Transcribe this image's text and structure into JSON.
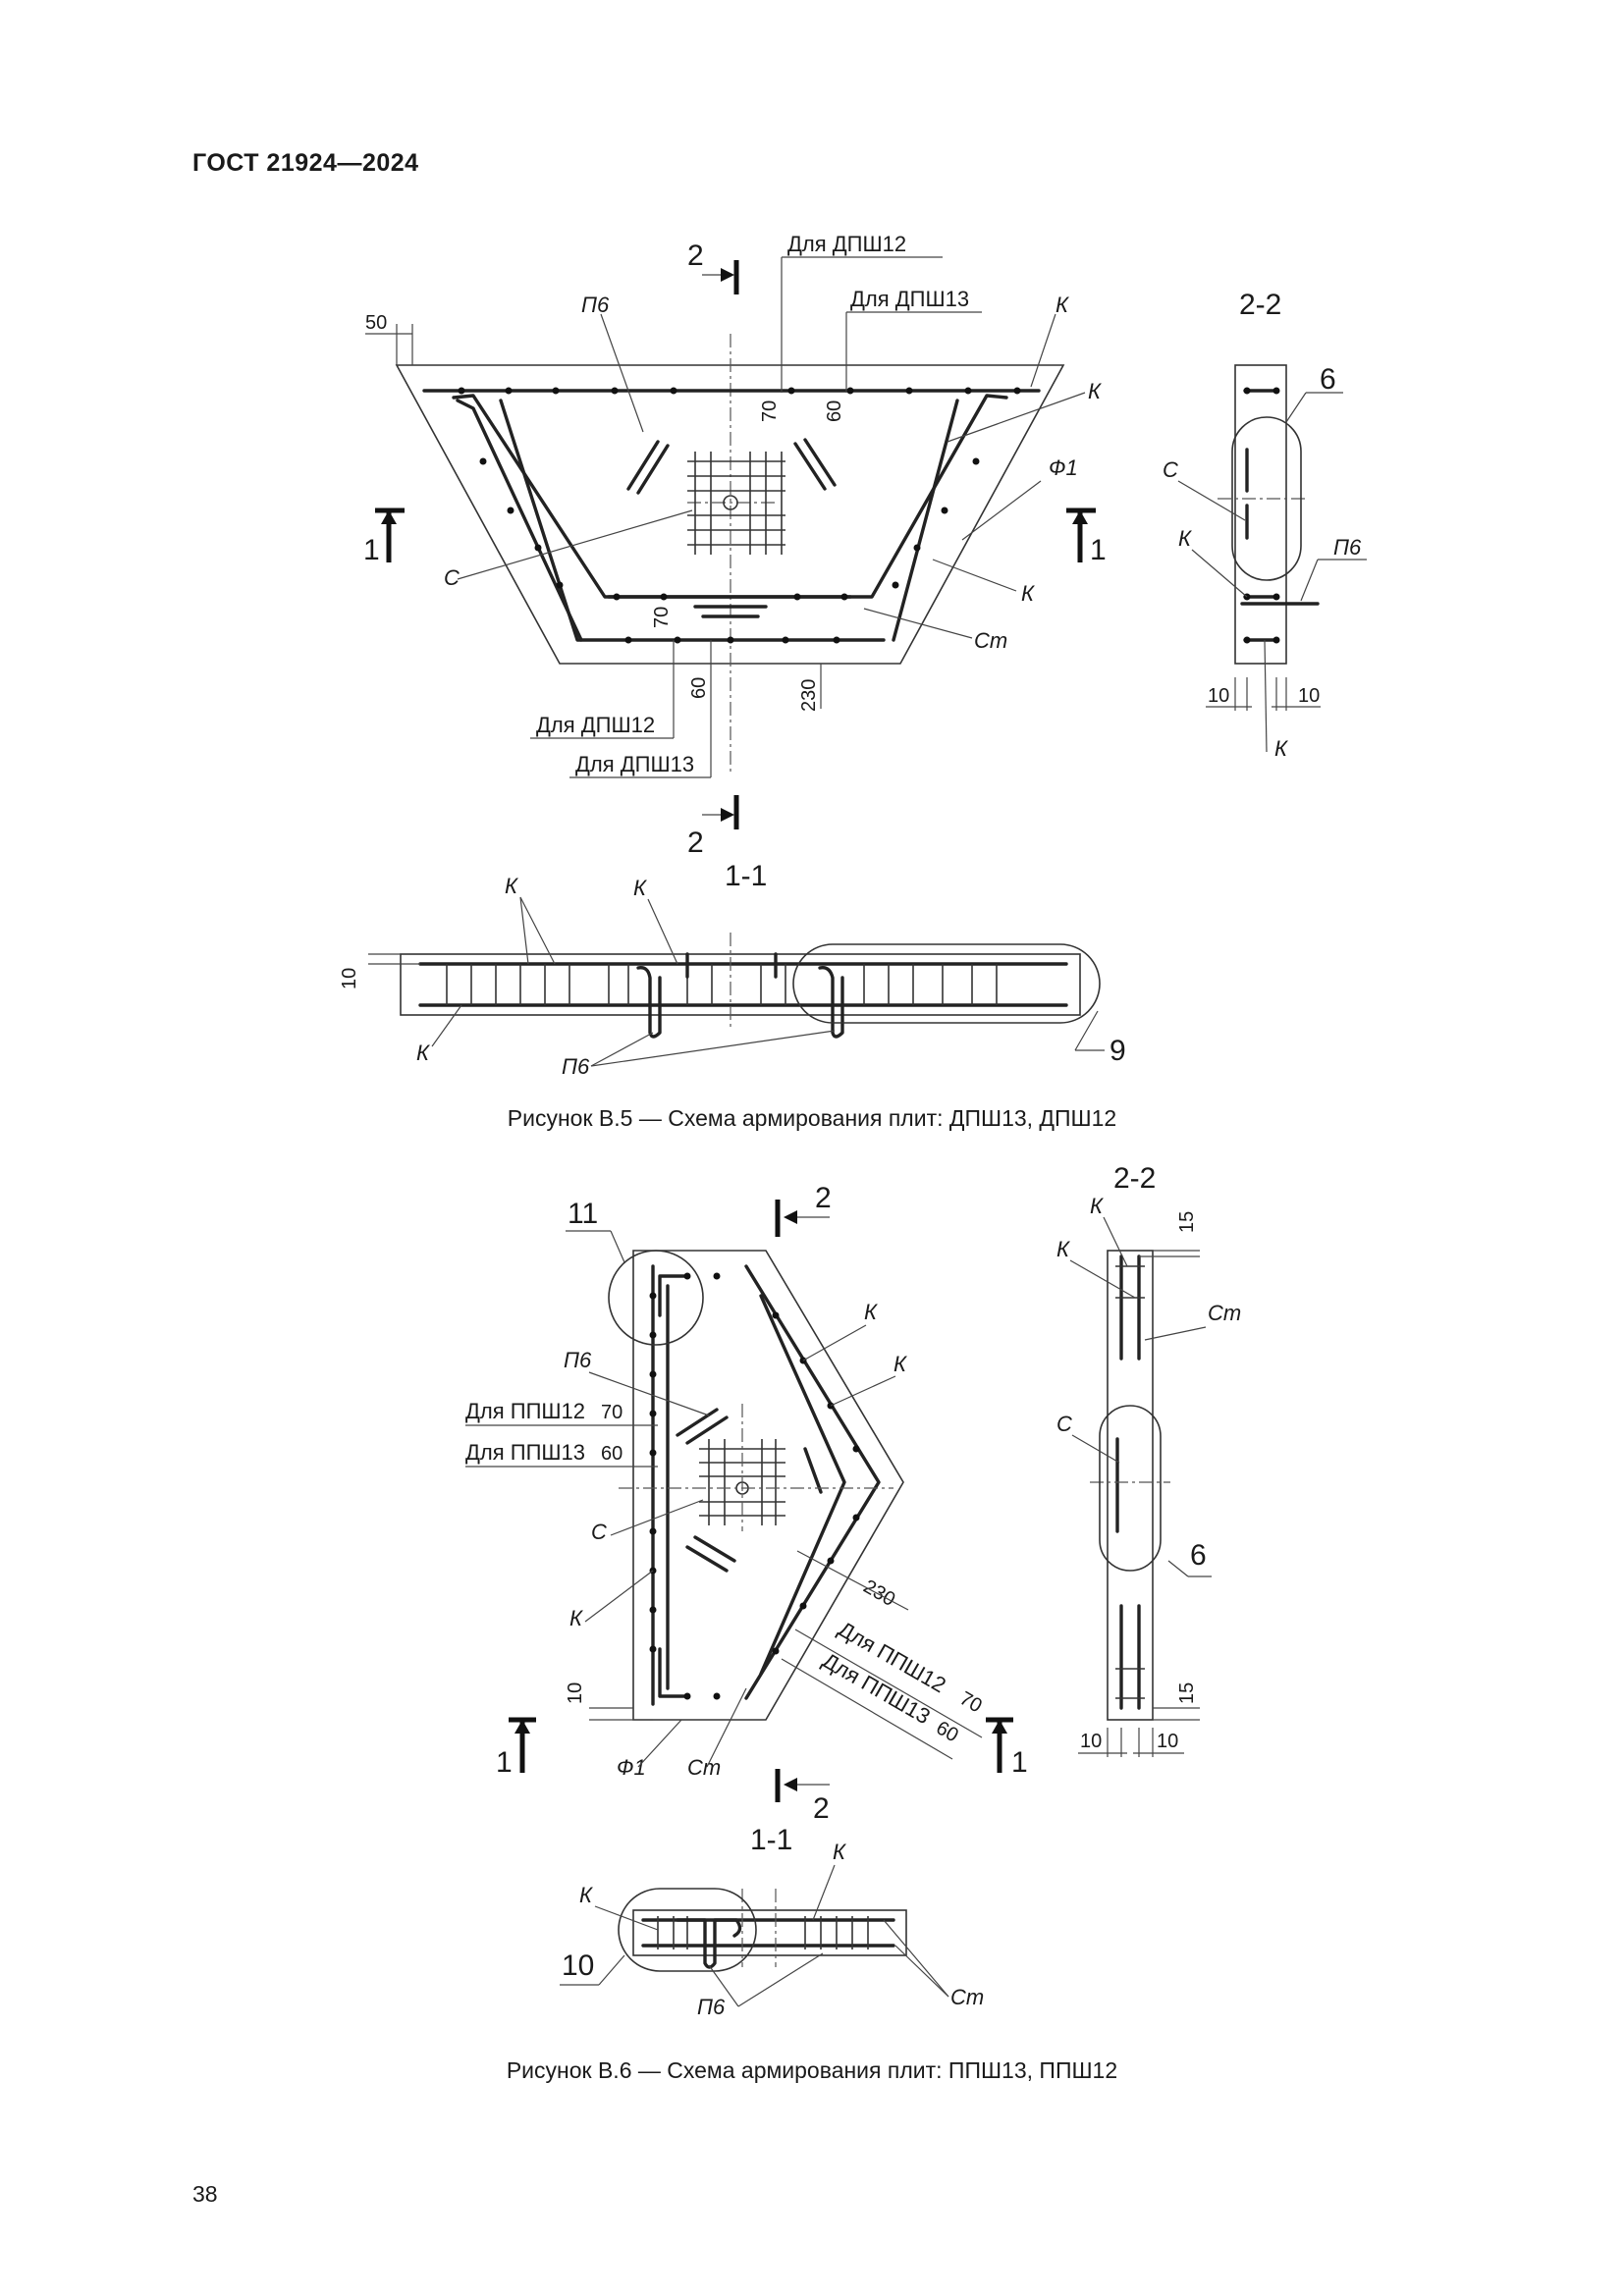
{
  "header": {
    "standard": "ГОСТ 21924—2024"
  },
  "page_number": "38",
  "figure_b5": {
    "caption": "Рисунок В.5 — Схема армирования плит: ДПШ13, ДПШ12",
    "section_2_2_title": "2-2",
    "section_1_1_title": "1-1",
    "cut_mark_1": "1",
    "cut_mark_2": "2",
    "labels": {
      "dpsh12_top": "Для ДПШ12",
      "dpsh13_top": "Для ДПШ13",
      "dpsh12_bottom": "Для ДПШ12",
      "dpsh13_bottom": "Для ДПШ13",
      "p6": "П6",
      "k": "К",
      "f1": "Ф1",
      "c": "С",
      "st": "Ст",
      "callout_6": "6",
      "callout_9": "9"
    },
    "dims": {
      "d50": "50",
      "d70_top": "70",
      "d60_top": "60",
      "d70_bottom": "70",
      "d60_bottom": "60",
      "d230": "230",
      "d10_left": "10",
      "d10_right": "10",
      "d10_section": "10"
    }
  },
  "figure_b6": {
    "caption": "Рисунок В.6 — Схема армирования плит: ППШ13, ППШ12",
    "section_2_2_title": "2-2",
    "section_1_1_title": "1-1",
    "cut_mark_1": "1",
    "cut_mark_2": "2",
    "labels": {
      "ppsh12_left": "Для ППШ12",
      "ppsh13_left": "Для ППШ13",
      "ppsh12_right": "Для ППШ12",
      "ppsh13_right": "Для ППШ13",
      "p6": "П6",
      "k": "К",
      "f1": "Ф1",
      "c": "С",
      "st": "Ст",
      "callout_11": "11",
      "callout_6": "6",
      "callout_10": "10"
    },
    "dims": {
      "d70_left": "70",
      "d60_left": "60",
      "d70_right": "70",
      "d60_right": "60",
      "d230": "230",
      "d10_plan": "10",
      "d15_top": "15",
      "d15_bottom": "15",
      "d10_left": "10",
      "d10_right": "10"
    }
  }
}
